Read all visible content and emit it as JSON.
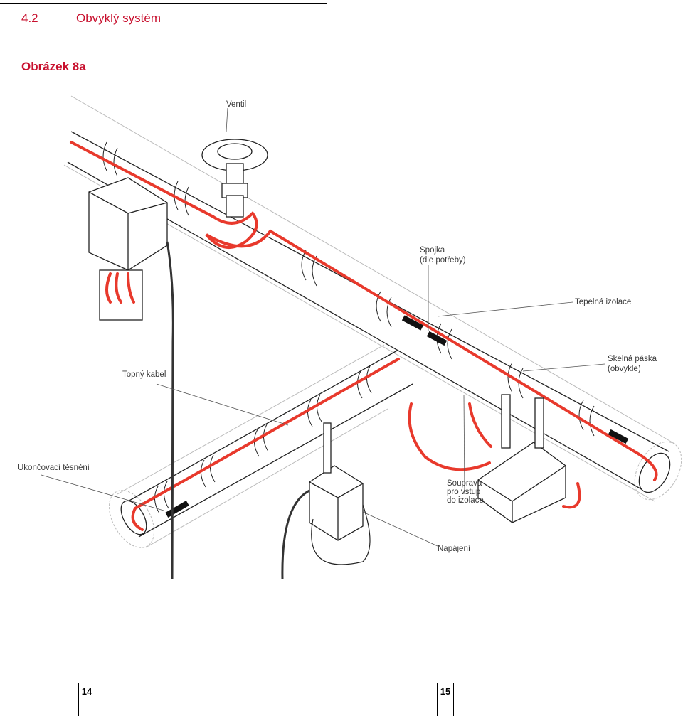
{
  "header": {
    "section_number": "4.2",
    "section_title": "Obvyklý systém"
  },
  "figure": {
    "title": "Obrázek 8a"
  },
  "labels": {
    "valve": "Ventil",
    "splice_1": "Spojka",
    "splice_2": "(dle potřeby)",
    "insulation": "Tepelná izolace",
    "tape_1": "Skelná páska",
    "tape_2": "(obvykle)",
    "cable": "Topný kabel",
    "end_seal": "Ukončovací těsnění",
    "kit_1": "Souprava",
    "kit_2": "pro vstup",
    "kit_3": "do izolace",
    "power": "Napájení"
  },
  "pages": {
    "left": "14",
    "right": "15"
  },
  "colors": {
    "accent": "#c8102e",
    "cable": "#e8392c",
    "line": "#222222"
  }
}
